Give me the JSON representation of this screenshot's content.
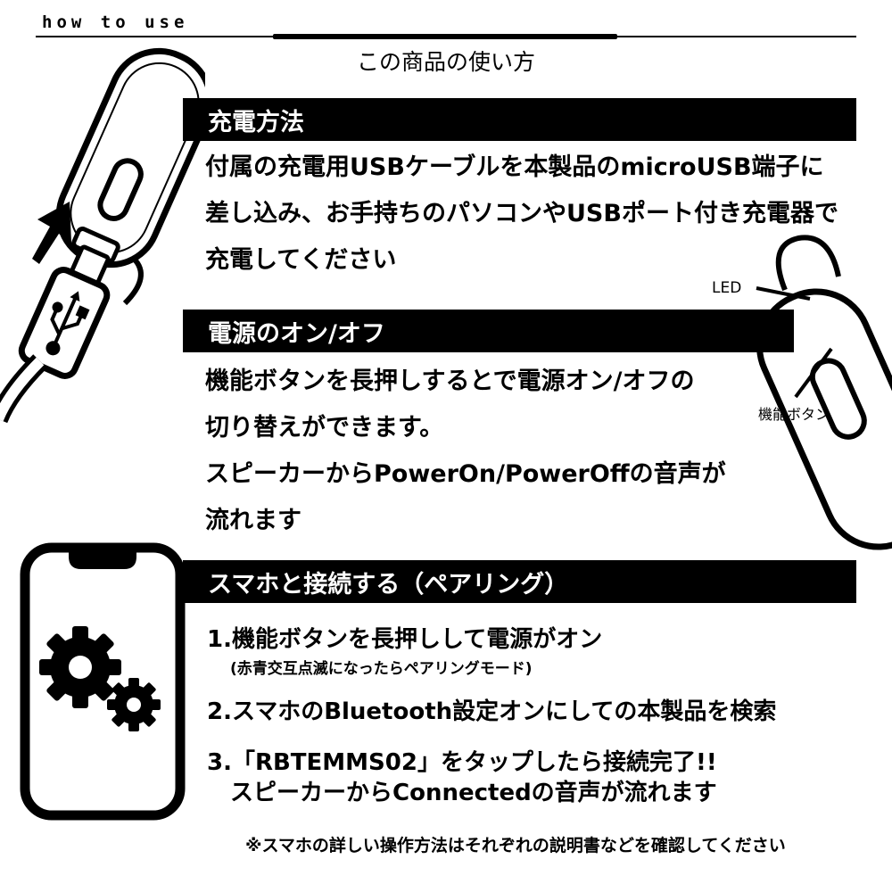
{
  "header": {
    "label": "how to use",
    "title": "この商品の使い方"
  },
  "sections": {
    "charge": {
      "heading": "充電方法",
      "lines": [
        "付属の充電用USBケーブルを本製品のmicroUSB端子に",
        "差し込み、お手持ちのパソコンやUSBポート付き充電器で",
        "充電してください"
      ]
    },
    "power": {
      "heading": "電源のオン/オフ",
      "lines": [
        "機能ボタンを長押しするとで電源オン/オフの",
        "切り替えができます。",
        "スピーカーからPowerOn/PowerOffの音声が",
        "流れます"
      ]
    },
    "pairing": {
      "heading": "スマホと接続する（ペアリング）",
      "step1": "1.機能ボタンを長押しして電源がオン",
      "step1_note": "(赤青交互点滅になったらペアリングモード)",
      "step2": "2.スマホのBluetooth設定オンにしての本製品を検索",
      "step3": "3.「RBTEMMS02」をタップしたら接続完了!!",
      "step3_cont": "スピーカーからConnectedの音声が流れます"
    }
  },
  "labels": {
    "led": "LED",
    "function_button": "機能ボタン"
  },
  "footnote": "※スマホの詳しい操作方法はそれぞれの説明書などを確認してください",
  "icons": {
    "headset_charging": "headset-with-usb-cable-illustration",
    "arrow": "up-right-arrow-icon",
    "usb": "usb-icon",
    "headset_side": "headset-side-illustration",
    "smartphone": "smartphone-settings-icon",
    "gear": "gear-icon"
  },
  "colors": {
    "bar_background": "#000000",
    "bar_text": "#ffffff",
    "text": "#000000",
    "background": "#ffffff"
  }
}
